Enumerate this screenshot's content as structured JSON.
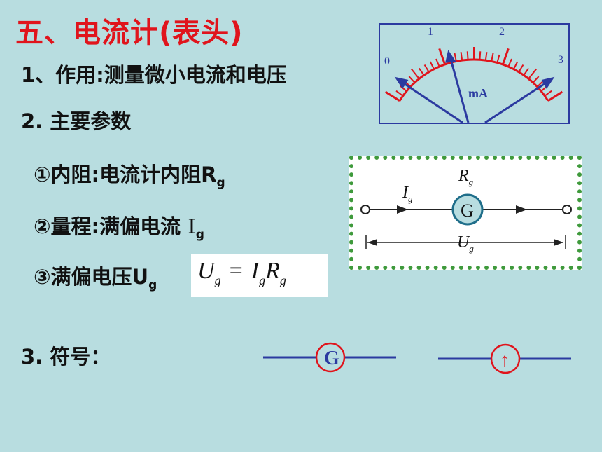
{
  "title": "五、电流计(表头)",
  "items": {
    "use": "1、作用:测量微小电流和电压",
    "params_heading": "2.  主要参数",
    "resistance": {
      "text": "①内阻:电流计内阻R",
      "sub": "g"
    },
    "range": {
      "text": "②量程:满偏电流 ",
      "symbol": "I",
      "sub": "g"
    },
    "voltage": {
      "text": "③满偏电压U",
      "sub": "g"
    },
    "symbol_heading": "3.  符号："
  },
  "formula": {
    "u": "U",
    "eq": "=",
    "i": "I",
    "r": "R",
    "sub": "g"
  },
  "meter": {
    "ticks": [
      "0",
      "1",
      "2",
      "3"
    ],
    "unit": "mA"
  },
  "circuit": {
    "resistor_label": "R",
    "current_label": "I",
    "voltage_label": "U",
    "sub": "g",
    "galvanometer_letter": "G"
  },
  "symbols": {
    "galvanometer_letter": "G",
    "arrow_glyph": "↑"
  },
  "colors": {
    "background": "#b8dde0",
    "title": "#e0141c",
    "meter_border": "#2b3aa0",
    "dial": "#e0141c",
    "circuit_border": "#3f9a3c",
    "wire": "#2b3aa0"
  }
}
